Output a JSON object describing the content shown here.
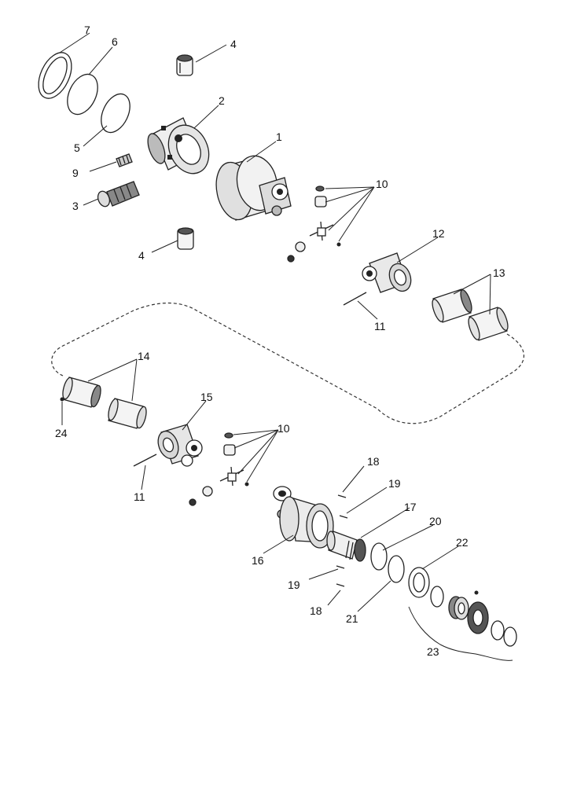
{
  "diagram": {
    "type": "exploded parts diagram",
    "parts": [
      {
        "id": "p1",
        "number": "1"
      },
      {
        "id": "p2",
        "number": "2"
      },
      {
        "id": "p3",
        "number": "3"
      },
      {
        "id": "p4a",
        "number": "4"
      },
      {
        "id": "p4b",
        "number": "4"
      },
      {
        "id": "p5",
        "number": "5"
      },
      {
        "id": "p6",
        "number": "6"
      },
      {
        "id": "p7",
        "number": "7"
      },
      {
        "id": "p9",
        "number": "9"
      },
      {
        "id": "p10a",
        "number": "10"
      },
      {
        "id": "p10b",
        "number": "10"
      },
      {
        "id": "p11a",
        "number": "11"
      },
      {
        "id": "p11b",
        "number": "11"
      },
      {
        "id": "p12",
        "number": "12"
      },
      {
        "id": "p13",
        "number": "13"
      },
      {
        "id": "p14",
        "number": "14"
      },
      {
        "id": "p15",
        "number": "15"
      },
      {
        "id": "p16",
        "number": "16"
      },
      {
        "id": "p17",
        "number": "17"
      },
      {
        "id": "p18a",
        "number": "18"
      },
      {
        "id": "p18b",
        "number": "18"
      },
      {
        "id": "p19a",
        "number": "19"
      },
      {
        "id": "p19b",
        "number": "19"
      },
      {
        "id": "p20",
        "number": "20"
      },
      {
        "id": "p21",
        "number": "21"
      },
      {
        "id": "p22",
        "number": "22"
      },
      {
        "id": "p23",
        "number": "23"
      },
      {
        "id": "p24",
        "number": "24"
      }
    ]
  }
}
